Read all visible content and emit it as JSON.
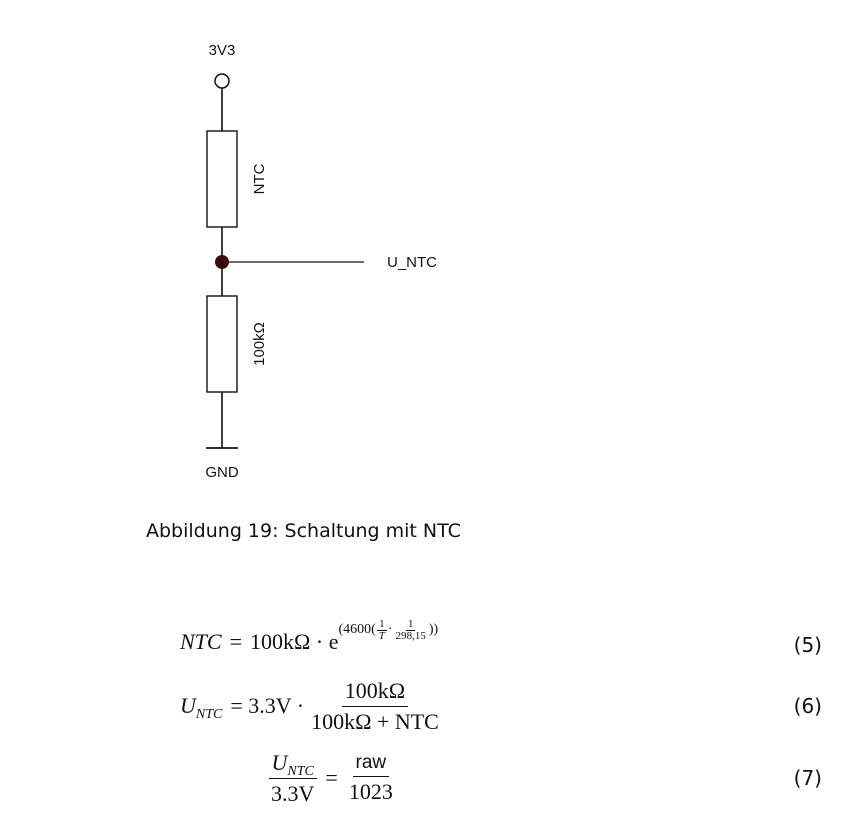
{
  "circuit": {
    "supply_label": "3V3",
    "ntc_label": "NTC",
    "node_label": "U_NTC",
    "resistor_label": "100kΩ",
    "ground_label": "GND"
  },
  "caption": "Abbildung 19: Schaltung mit NTC",
  "equations": [
    {
      "number": "(5)",
      "lhs": "NTC",
      "eq": "=",
      "base": "100kΩ · e",
      "exp_open": "(4600(",
      "exp_f1_num": "1",
      "exp_f1_den": "T",
      "exp_dot": "·",
      "exp_f2_num": "1",
      "exp_f2_den": "298,15",
      "exp_close": "))"
    },
    {
      "number": "(6)",
      "lhs_main": "U",
      "lhs_sub": "NTC",
      "eq": "= 3.3V ·",
      "frac_num": "100kΩ",
      "frac_den": "100kΩ + NTC"
    },
    {
      "number": "(7)",
      "frac1_num_main": "U",
      "frac1_num_sub": "NTC",
      "frac1_den": "3.3V",
      "eq": "=",
      "frac2_num": "raw",
      "frac2_den": "1023"
    }
  ]
}
